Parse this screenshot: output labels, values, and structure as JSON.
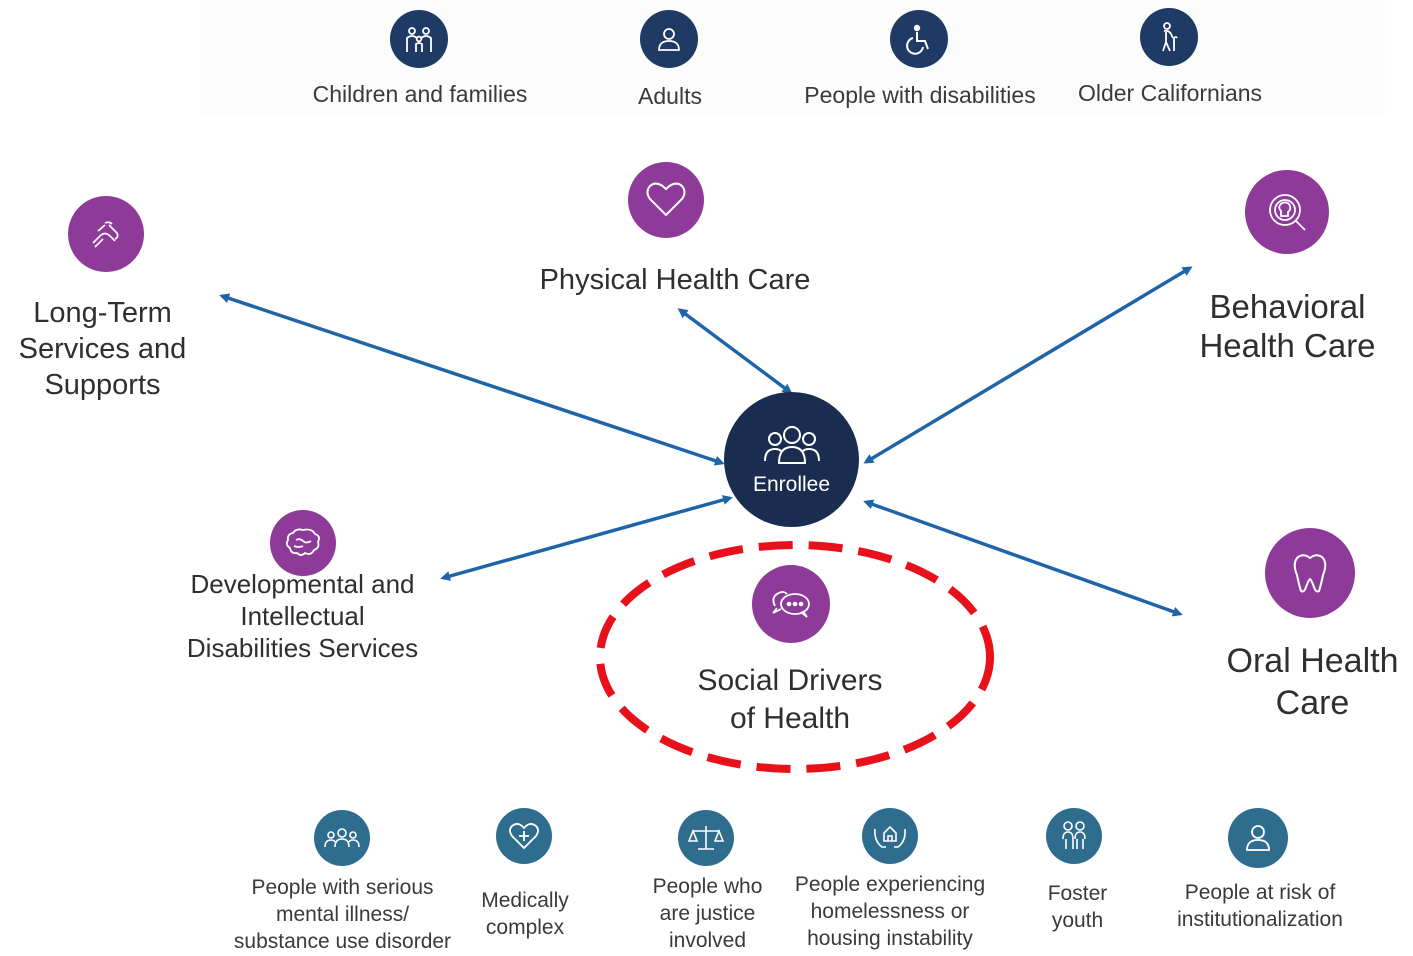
{
  "colors": {
    "population_icon_bg": "#1f3a64",
    "service_icon_bg": "#8e3a99",
    "special_pop_icon_bg": "#2f6d8f",
    "enrollee_bg": "#1a2c50",
    "arrow": "#1f64a8",
    "highlight_dashed_ellipse": "#e8101a"
  },
  "populations_top": [
    {
      "label": "Children and families",
      "icon": "family-icon"
    },
    {
      "label": "Adults",
      "icon": "person-icon"
    },
    {
      "label": "People with disabilities",
      "icon": "wheelchair-icon"
    },
    {
      "label": "Older Californians",
      "icon": "elderly-cane-icon"
    }
  ],
  "center": {
    "label": "Enrollee",
    "icon": "group-people-icon"
  },
  "services": {
    "ltss": {
      "lines": [
        "Long-Term",
        "Services and",
        "Supports"
      ],
      "icon": "helping-hands-icon"
    },
    "physical": {
      "lines": [
        "Physical Health Care"
      ],
      "icon": "heart-icon"
    },
    "behavioral": {
      "lines": [
        "Behavioral",
        "Health Care"
      ],
      "icon": "head-magnifier-icon"
    },
    "developmental": {
      "lines": [
        "Developmental and",
        "Intellectual",
        "Disabilities Services"
      ],
      "icon": "brain-icon"
    },
    "social": {
      "lines": [
        "Social Drivers",
        "of Health"
      ],
      "icon": "speech-bubbles-icon"
    },
    "oral": {
      "lines": [
        "Oral Health",
        "Care"
      ],
      "icon": "tooth-icon"
    }
  },
  "populations_bottom": [
    {
      "lines": [
        "People with serious",
        "mental illness/",
        "substance use disorder"
      ],
      "icon": "people-group-icon"
    },
    {
      "lines": [
        "Medically",
        "complex"
      ],
      "icon": "heart-plus-icon"
    },
    {
      "lines": [
        "People who",
        "are justice",
        "involved"
      ],
      "icon": "scales-icon"
    },
    {
      "lines": [
        "People experiencing",
        "homelessness or",
        "housing instability"
      ],
      "icon": "hands-house-icon"
    },
    {
      "lines": [
        "Foster",
        "youth"
      ],
      "icon": "two-children-icon"
    },
    {
      "lines": [
        "People at risk of",
        "institutionalization"
      ],
      "icon": "person-outline-icon"
    }
  ]
}
